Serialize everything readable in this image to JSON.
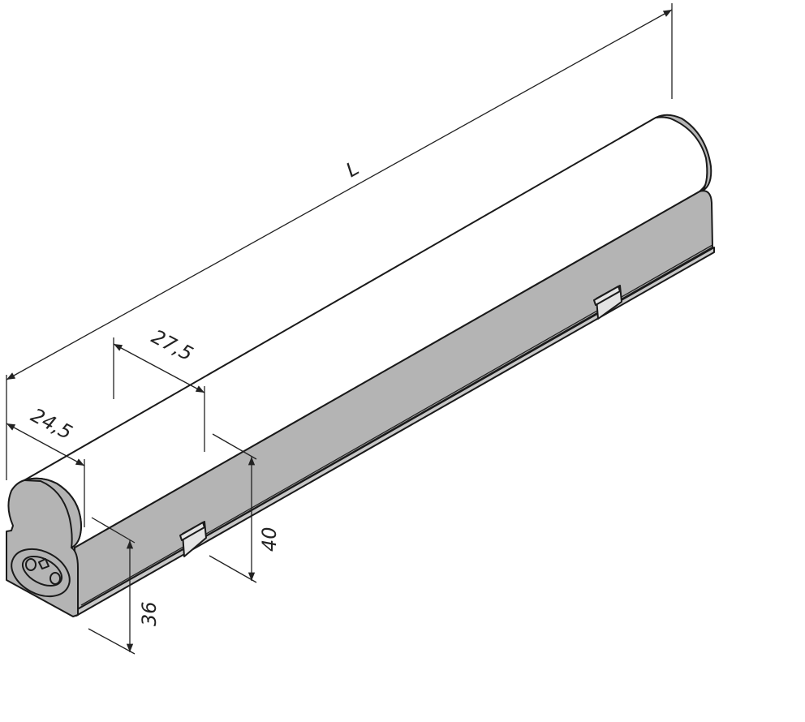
{
  "drawing": {
    "title": "LED batten light dimension drawing",
    "dimensions": {
      "length": "L",
      "width_top": "27,5",
      "width_cap": "24,5",
      "height_body": "40",
      "height_end": "36"
    },
    "colors": {
      "body": "#b4b4b4",
      "diffuser": "#ffffff",
      "clip": "#e4e4e4",
      "line": "#1a1a1a"
    }
  }
}
